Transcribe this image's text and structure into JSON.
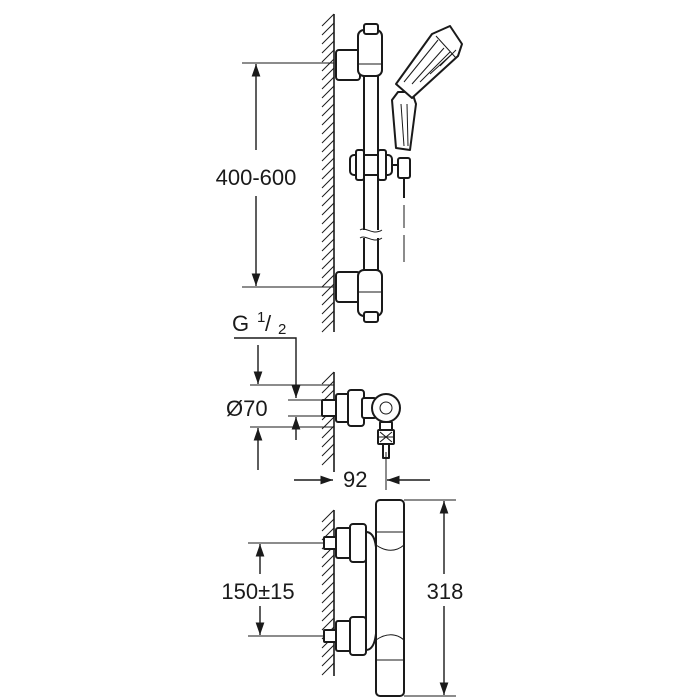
{
  "dimensions": {
    "rail_height": "400-600",
    "thread_main": "G",
    "thread_num": "1",
    "thread_sep": "/",
    "thread_den": "2",
    "diameter": "Ø70",
    "projection": "92",
    "inlet_spacing": "150±15",
    "body_height": "318"
  },
  "colors": {
    "ink": "#1a1a1a",
    "background": "#ffffff"
  }
}
